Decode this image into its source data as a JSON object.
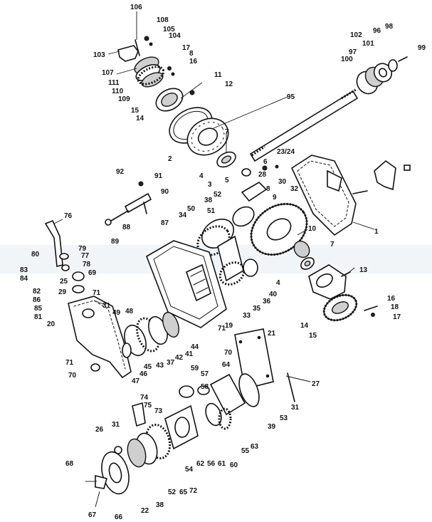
{
  "diagram": {
    "labels": [
      {
        "id": "L106",
        "text": "106"
      },
      {
        "id": "L108",
        "text": "108"
      },
      {
        "id": "L105",
        "text": "105"
      },
      {
        "id": "L104",
        "text": "104"
      },
      {
        "id": "L103",
        "text": "103"
      },
      {
        "id": "L17a",
        "text": "17"
      },
      {
        "id": "L8a",
        "text": "8"
      },
      {
        "id": "L16a",
        "text": "16"
      },
      {
        "id": "L107",
        "text": "107"
      },
      {
        "id": "L111",
        "text": "111"
      },
      {
        "id": "L110",
        "text": "110"
      },
      {
        "id": "L109",
        "text": "109"
      },
      {
        "id": "L11",
        "text": "11"
      },
      {
        "id": "L12",
        "text": "12"
      },
      {
        "id": "L15a",
        "text": "15"
      },
      {
        "id": "L14a",
        "text": "14"
      },
      {
        "id": "L95",
        "text": "95"
      },
      {
        "id": "L102",
        "text": "102"
      },
      {
        "id": "L96",
        "text": "96"
      },
      {
        "id": "L98",
        "text": "98"
      },
      {
        "id": "L97",
        "text": "97"
      },
      {
        "id": "L101",
        "text": "101"
      },
      {
        "id": "L100",
        "text": "100"
      },
      {
        "id": "L99",
        "text": "99"
      },
      {
        "id": "L7a",
        "text": "7"
      },
      {
        "id": "L2",
        "text": "2"
      },
      {
        "id": "L4a",
        "text": "4"
      },
      {
        "id": "L5",
        "text": "5"
      },
      {
        "id": "L6",
        "text": "6"
      },
      {
        "id": "L23_24",
        "text": "23/24"
      },
      {
        "id": "L28",
        "text": "28"
      },
      {
        "id": "L30",
        "text": "30"
      },
      {
        "id": "L32",
        "text": "32"
      },
      {
        "id": "L92",
        "text": "92"
      },
      {
        "id": "L91",
        "text": "91"
      },
      {
        "id": "L90",
        "text": "90"
      },
      {
        "id": "L3",
        "text": "3"
      },
      {
        "id": "L52a",
        "text": "52"
      },
      {
        "id": "L8b",
        "text": "8"
      },
      {
        "id": "L38a",
        "text": "38"
      },
      {
        "id": "L9",
        "text": "9"
      },
      {
        "id": "L50",
        "text": "50"
      },
      {
        "id": "L34",
        "text": "34"
      },
      {
        "id": "L51",
        "text": "51"
      },
      {
        "id": "L10",
        "text": "10"
      },
      {
        "id": "L1",
        "text": "1"
      },
      {
        "id": "L76",
        "text": "76"
      },
      {
        "id": "L88",
        "text": "88"
      },
      {
        "id": "L87",
        "text": "87"
      },
      {
        "id": "L89",
        "text": "89"
      },
      {
        "id": "L7b",
        "text": "7"
      },
      {
        "id": "L4b",
        "text": "4"
      },
      {
        "id": "L13",
        "text": "13"
      },
      {
        "id": "L79",
        "text": "79"
      },
      {
        "id": "L77",
        "text": "77"
      },
      {
        "id": "L80",
        "text": "80"
      },
      {
        "id": "L78",
        "text": "78"
      },
      {
        "id": "L69",
        "text": "69"
      },
      {
        "id": "L83",
        "text": "83"
      },
      {
        "id": "L84",
        "text": "84"
      },
      {
        "id": "L25",
        "text": "25"
      },
      {
        "id": "L71a",
        "text": "71"
      },
      {
        "id": "L82",
        "text": "82"
      },
      {
        "id": "L29",
        "text": "29"
      },
      {
        "id": "L86",
        "text": "86"
      },
      {
        "id": "L85",
        "text": "85"
      },
      {
        "id": "L81",
        "text": "81"
      },
      {
        "id": "L31a",
        "text": "31"
      },
      {
        "id": "L20",
        "text": "20"
      },
      {
        "id": "L49",
        "text": "49"
      },
      {
        "id": "L48",
        "text": "48"
      },
      {
        "id": "L40",
        "text": "40"
      },
      {
        "id": "L36",
        "text": "36"
      },
      {
        "id": "L35",
        "text": "35"
      },
      {
        "id": "L33",
        "text": "33"
      },
      {
        "id": "L19",
        "text": "19"
      },
      {
        "id": "L16b",
        "text": "16"
      },
      {
        "id": "L18",
        "text": "18"
      },
      {
        "id": "L17b",
        "text": "17"
      },
      {
        "id": "L14b",
        "text": "14"
      },
      {
        "id": "L15b",
        "text": "15"
      },
      {
        "id": "L71b",
        "text": "71"
      },
      {
        "id": "L70a",
        "text": "70"
      },
      {
        "id": "L21",
        "text": "21"
      },
      {
        "id": "L44",
        "text": "44"
      },
      {
        "id": "L41",
        "text": "41"
      },
      {
        "id": "L42",
        "text": "42"
      },
      {
        "id": "L37",
        "text": "37"
      },
      {
        "id": "L43",
        "text": "43"
      },
      {
        "id": "L45",
        "text": "45"
      },
      {
        "id": "L46",
        "text": "46"
      },
      {
        "id": "L47",
        "text": "47"
      },
      {
        "id": "L71c",
        "text": "71"
      },
      {
        "id": "L70b",
        "text": "70"
      },
      {
        "id": "L59",
        "text": "59"
      },
      {
        "id": "L57",
        "text": "57"
      },
      {
        "id": "L64",
        "text": "64"
      },
      {
        "id": "L58",
        "text": "58"
      },
      {
        "id": "L27",
        "text": "27"
      },
      {
        "id": "L74",
        "text": "74"
      },
      {
        "id": "L75",
        "text": "75"
      },
      {
        "id": "L73",
        "text": "73"
      },
      {
        "id": "L31b",
        "text": "31"
      },
      {
        "id": "L53",
        "text": "53"
      },
      {
        "id": "L39",
        "text": "39"
      },
      {
        "id": "L26",
        "text": "26"
      },
      {
        "id": "L31c",
        "text": "31"
      },
      {
        "id": "L63",
        "text": "63"
      },
      {
        "id": "L55",
        "text": "55"
      },
      {
        "id": "L68",
        "text": "68"
      },
      {
        "id": "L54",
        "text": "54"
      },
      {
        "id": "L62",
        "text": "62"
      },
      {
        "id": "L56",
        "text": "56"
      },
      {
        "id": "L61",
        "text": "61"
      },
      {
        "id": "L60",
        "text": "60"
      },
      {
        "id": "L52b",
        "text": "52"
      },
      {
        "id": "L65",
        "text": "65"
      },
      {
        "id": "L72",
        "text": "72"
      },
      {
        "id": "L38b",
        "text": "38"
      },
      {
        "id": "L22",
        "text": "22"
      },
      {
        "id": "L67",
        "text": "67"
      },
      {
        "id": "L66",
        "text": "66"
      }
    ]
  }
}
